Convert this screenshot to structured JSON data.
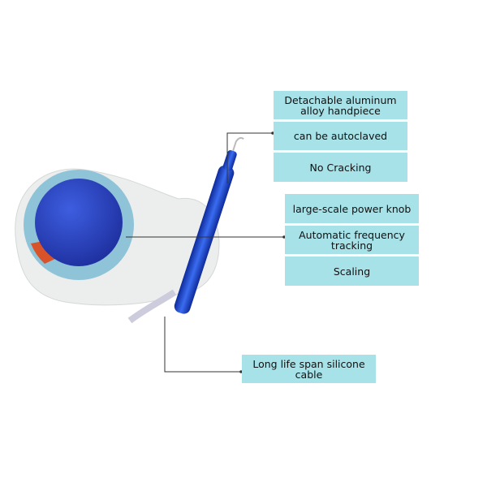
{
  "callouts": {
    "handpiece": [
      "Detachable aluminum alloy handpiece",
      "can be autoclaved",
      "No Cracking"
    ],
    "knob": [
      "large-scale power knob",
      "Automatic frequency tracking",
      "Scaling"
    ],
    "cable": [
      "Long life span silicone cable"
    ]
  },
  "colors": {
    "label_bg": "#a6e2e8",
    "device_blue": "#2a45c8",
    "handpiece_blue": "#1f4fd6",
    "body": "#eceeee"
  }
}
